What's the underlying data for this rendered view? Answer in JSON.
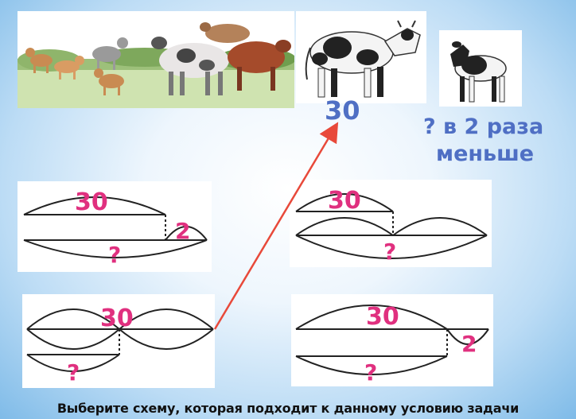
{
  "scene": {
    "cow_value": "30",
    "calf_question": "? в 2 раза",
    "calf_question_line2": "меньше"
  },
  "schemes": [
    {
      "top": "30",
      "bottom": "?",
      "extra": "2"
    },
    {
      "top": "30",
      "bottom": "?"
    },
    {
      "top": "30",
      "bottom": "?"
    },
    {
      "top": "30",
      "bottom": "?",
      "extra": "2"
    }
  ],
  "caption": "Выберите схему, которая подходит к данному условию задачи",
  "colors": {
    "number_pink": "#e0307f",
    "text_blue": "#4f6fc4",
    "arrow": "#e8493a"
  }
}
